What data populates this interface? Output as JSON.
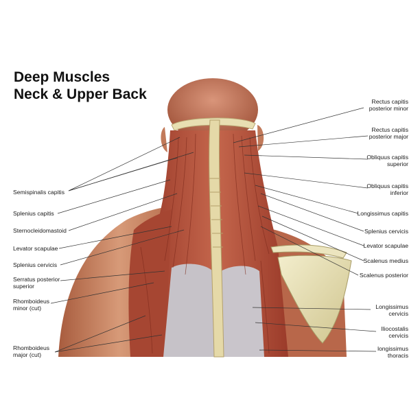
{
  "title": {
    "line1": "Deep Muscles",
    "line2": "Neck & Upper Back"
  },
  "colors": {
    "muscle": "#b5533e",
    "muscle_dark": "#8e3324",
    "skin": "#c97e5c",
    "bone": "#e9e3b8",
    "sheath": "#c9c6c9"
  },
  "labels_left": [
    {
      "id": "semispinalis-capitis",
      "lines": [
        "Semispinalis capitis"
      ]
    },
    {
      "id": "splenius-capitis",
      "lines": [
        "Splenius capitis"
      ]
    },
    {
      "id": "sternocleidomastoid",
      "lines": [
        "Sternocleidomastoid"
      ]
    },
    {
      "id": "levator-scapulae-left",
      "lines": [
        "Levator scapulae"
      ]
    },
    {
      "id": "splenius-cervicis-left",
      "lines": [
        "Splenius cervicis"
      ]
    },
    {
      "id": "serratus-posterior-superior",
      "lines": [
        "Serratus posterior",
        "superior"
      ]
    },
    {
      "id": "rhomboideus-minor",
      "lines": [
        "Rhomboideus",
        "minor (cut)"
      ]
    },
    {
      "id": "rhomboideus-major",
      "lines": [
        "Rhomboideus",
        "major (cut)"
      ]
    }
  ],
  "labels_right": [
    {
      "id": "rectus-capitis-posterior-minor",
      "lines": [
        "Rectus capitis",
        "posterior minor"
      ]
    },
    {
      "id": "rectus-capitis-posterior-major",
      "lines": [
        "Rectus capitis",
        "posterior major"
      ]
    },
    {
      "id": "obliquus-capitis-superior",
      "lines": [
        "Obliquus capitis",
        "superior"
      ]
    },
    {
      "id": "obliquus-capitis-inferior",
      "lines": [
        "Obliquus capitis",
        "inferior"
      ]
    },
    {
      "id": "longissimus-capitis",
      "lines": [
        "Longissimus capitis"
      ]
    },
    {
      "id": "splenius-cervicis-right",
      "lines": [
        "Splenius cervicis"
      ]
    },
    {
      "id": "levator-scapulae-right",
      "lines": [
        "Levator scapulae"
      ]
    },
    {
      "id": "scalenus-medius",
      "lines": [
        "Scalenus medius"
      ]
    },
    {
      "id": "scalenus-posterior",
      "lines": [
        "Scalenus posterior"
      ]
    },
    {
      "id": "longissimus-cervicis",
      "lines": [
        "Longissimus",
        "cervicis"
      ]
    },
    {
      "id": "iliocostalis-cervicis",
      "lines": [
        "Iliocostalis",
        "cervicis"
      ]
    },
    {
      "id": "longissimus-thoracis",
      "lines": [
        "longissimus",
        "thoracis"
      ]
    }
  ]
}
